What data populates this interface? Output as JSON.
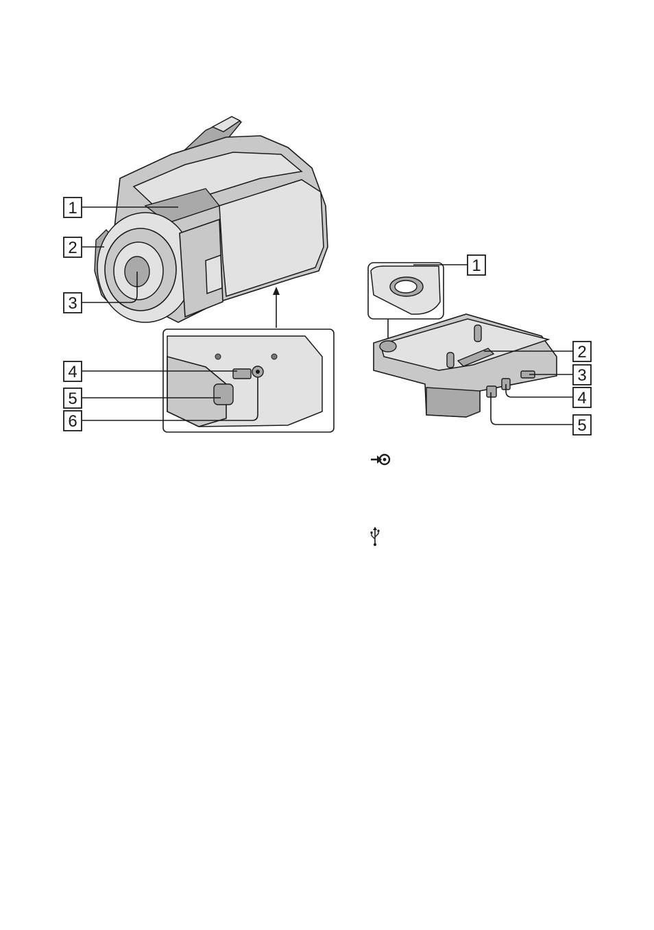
{
  "camera": {
    "callouts": [
      "1",
      "2",
      "3",
      "4",
      "5",
      "6"
    ]
  },
  "dock": {
    "callouts": [
      "1",
      "2",
      "3",
      "4",
      "5"
    ]
  },
  "symbols": {
    "remote_symbol": "⭘",
    "usb_symbol": "ψ"
  }
}
